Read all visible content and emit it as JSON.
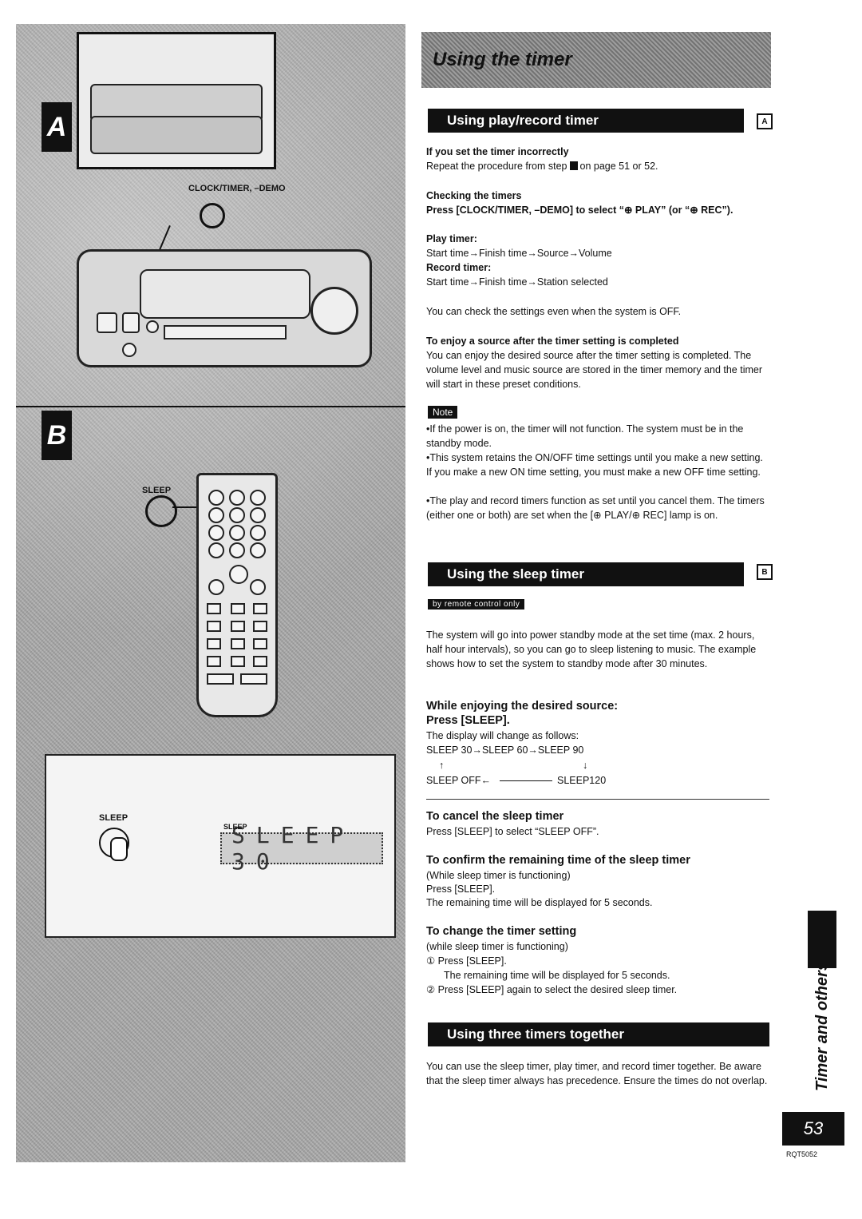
{
  "page": {
    "banner_title": "Using the timer",
    "page_number": "53",
    "model_code": "RQT5052",
    "side_tab": "Timer and others"
  },
  "figure_a": {
    "tab_letter": "A",
    "button_label": "CLOCK/TIMER, –DEMO"
  },
  "figure_b": {
    "tab_letter": "B",
    "remote_button_label": "SLEEP",
    "hand_button_label": "SLEEP",
    "lcd_small_label": "SLEEP",
    "lcd_text": "SLEEP 30"
  },
  "section_play_record": {
    "heading": "Using play/record timer",
    "tag": "A",
    "incorrect_title": "If you set the timer incorrectly",
    "incorrect_before": "Repeat the procedure from step",
    "incorrect_after": "on page 51 or 52.",
    "checking_title": "Checking the timers",
    "checking_instruction": "Press [CLOCK/TIMER, –DEMO] to select “⊕ PLAY” (or “⊕ REC”).",
    "play_timer_label": "Play timer:",
    "play_timer_seq": "Start time→Finish time→Source→Volume",
    "record_timer_label": "Record timer:",
    "record_timer_seq": "Start time→Finish time→Station selected",
    "off_note": "You can check the settings even when the system is OFF.",
    "enjoy_title": "To enjoy a source after the timer setting is completed",
    "enjoy_body": "You can enjoy the desired source after the timer setting is completed. The volume level and music source are stored in the timer memory and the timer will start in these preset conditions.",
    "note_label": "Note",
    "notes": [
      "•If the power is on, the timer will not function. The system must be in the standby mode.",
      "•This system retains the ON/OFF time settings until you make a new setting. If you make a new ON time setting, you must make a new OFF time setting.",
      "•The play and record timers function as set until you cancel them. The timers (either one or both) are set when the [⊕ PLAY/⊕ REC] lamp is on."
    ]
  },
  "section_sleep": {
    "heading": "Using the sleep timer",
    "tag": "B",
    "remote_only": "by remote control only",
    "intro": "The system will go into power standby mode at the set time (max. 2 hours, half hour intervals), so you can go to sleep listening to music. The example shows how to set the system to standby mode after 30 minutes.",
    "step_title": "While enjoying the desired source:",
    "step_action": "Press [SLEEP].",
    "display_change": "The display will change as follows:",
    "cycle_top": "SLEEP 30→SLEEP 60→SLEEP 90",
    "cycle_up": "↑",
    "cycle_down": "↓",
    "cycle_off": "SLEEP OFF←",
    "cycle_120": "SLEEP120",
    "cancel_title": "To cancel the sleep timer",
    "cancel_body": "Press [SLEEP] to select “SLEEP OFF”.",
    "confirm_title": "To confirm the remaining time of the sleep timer",
    "confirm_l1": "(While sleep timer is functioning)",
    "confirm_l2": "Press [SLEEP].",
    "confirm_l3": "The remaining time will be displayed for 5 seconds.",
    "change_title": "To change the timer setting",
    "change_l1": "(while sleep timer is functioning)",
    "change_l2": "① Press [SLEEP].",
    "change_l3": "The remaining time will be displayed for 5 seconds.",
    "change_l4": "② Press [SLEEP] again to select the desired sleep timer."
  },
  "section_three": {
    "heading": "Using three timers together",
    "body": "You can use the sleep timer, play timer, and record timer together. Be aware that the sleep timer always has precedence. Ensure the times do not overlap."
  }
}
